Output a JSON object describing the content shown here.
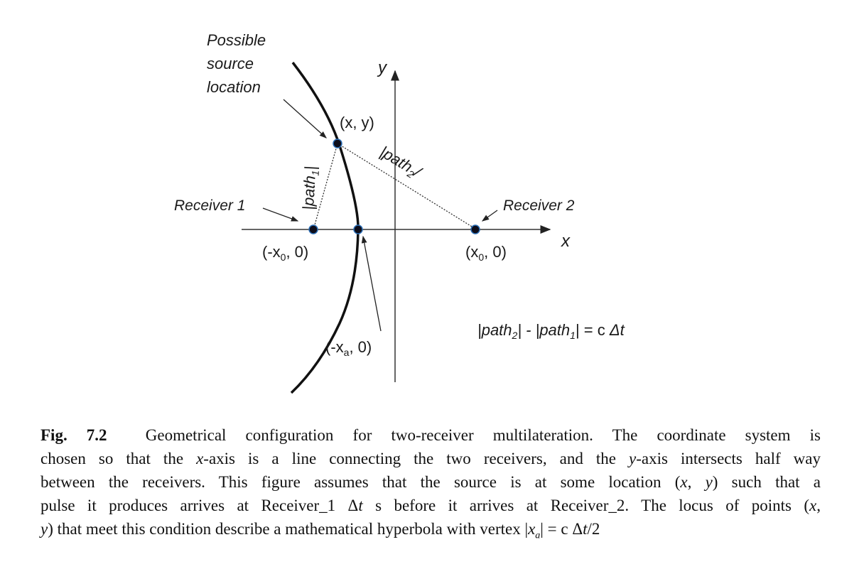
{
  "figure": {
    "source_label": [
      "Possible",
      "source",
      "location"
    ],
    "y_axis_label": "y",
    "x_axis_label": "x",
    "point_label": "(x, y)",
    "path1_label": "|path",
    "path1_sub": "1",
    "path2_label": "|path",
    "path2_sub": "2",
    "receiver1_label": "Receiver 1",
    "receiver2_label": "Receiver 2",
    "receiver1_coord": {
      "pre": "(-x",
      "sub": "0",
      "post": ", 0)"
    },
    "receiver2_coord": {
      "pre": "(x",
      "sub": "0",
      "post": ", 0)"
    },
    "vertex_coord": {
      "pre": "(-x",
      "sub": "a",
      "post": ", 0)"
    },
    "equation": {
      "a": "|path",
      "a_sub": "2",
      "mid": "| - |path",
      "b_sub": "1",
      "end": "| = c ",
      "delta": "Δt"
    },
    "dot_color": "#0d0d1a",
    "dot_ring_color": "#2a6db5"
  },
  "caption": {
    "lines": [
      [
        {
          "t": "Fig. 7.2",
          "s": "b"
        },
        {
          "t": "  Geometrical configuration for two-receiver multilateration. The coordinate system is"
        }
      ],
      [
        {
          "t": "chosen so that the "
        },
        {
          "t": "x",
          "s": "i"
        },
        {
          "t": "-axis is a line connecting the two receivers, and the "
        },
        {
          "t": "y",
          "s": "i"
        },
        {
          "t": "-axis intersects half way"
        }
      ],
      [
        {
          "t": "between the receivers. This figure assumes that the source is at some location ("
        },
        {
          "t": "x",
          "s": "i"
        },
        {
          "t": ", "
        },
        {
          "t": "y",
          "s": "i"
        },
        {
          "t": ") such that a"
        }
      ],
      [
        {
          "t": "pulse it produces arrives at Receiver_1 Δ"
        },
        {
          "t": "t",
          "s": "i"
        },
        {
          "t": " s before it arrives at Receiver_2. The locus of points ("
        },
        {
          "t": "x",
          "s": "i"
        },
        {
          "t": ","
        }
      ],
      [
        {
          "t": "y",
          "s": "i"
        },
        {
          "t": ") that meet this condition describe a mathematical hyperbola with vertex |"
        },
        {
          "t": "x",
          "s": "i"
        },
        {
          "t": "a",
          "s": "sub"
        },
        {
          "t": "| = c Δ"
        },
        {
          "t": "t",
          "s": "i"
        },
        {
          "t": "/2"
        }
      ]
    ]
  }
}
